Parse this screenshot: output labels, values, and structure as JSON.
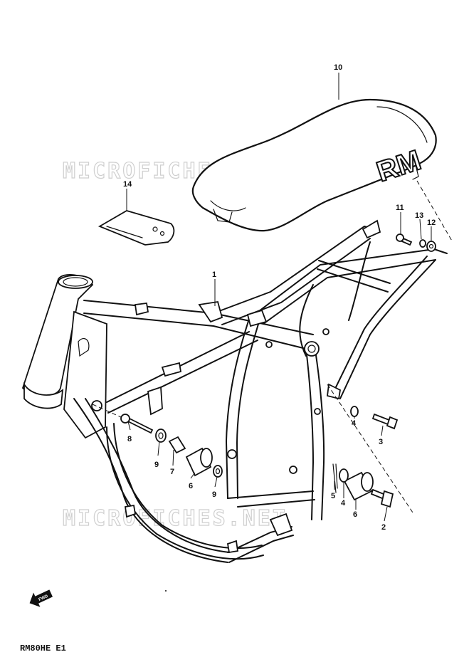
{
  "watermark": "MICROFICHES.NET",
  "seat_badge": "RM",
  "footer_code": "RM80HE E1",
  "fwd_label": "FWD",
  "callouts": {
    "c1": "1",
    "c2": "2",
    "c3": "3",
    "c4": "4",
    "c4b": "4",
    "c5": "5",
    "c6": "6",
    "c6b": "6",
    "c7": "7",
    "c8": "8",
    "c9": "9",
    "c9b": "9",
    "c10": "10",
    "c11": "11",
    "c12": "12",
    "c13": "13",
    "c14": "14"
  }
}
